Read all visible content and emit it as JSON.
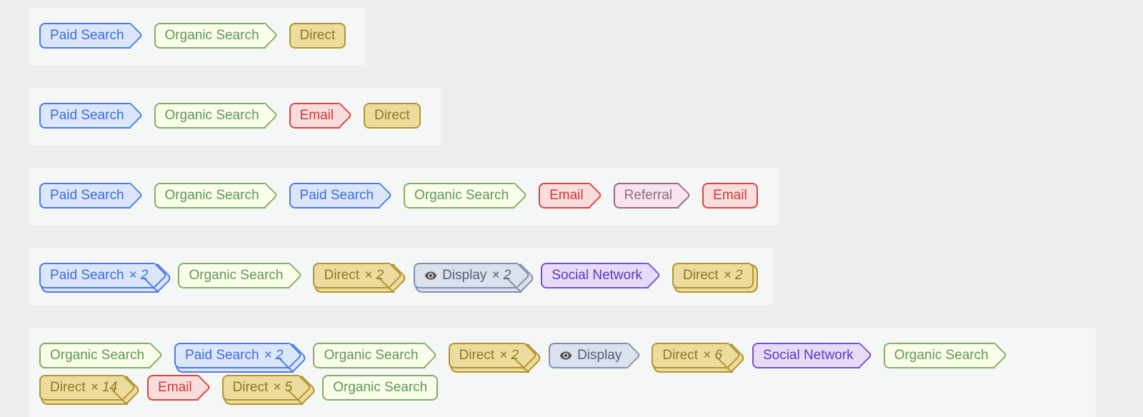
{
  "page": {
    "background": "#ebedee",
    "row_background": "#f5f6f6",
    "count_prefix": "×"
  },
  "channel_styles": {
    "paid_search": {
      "label": "Paid Search",
      "border": "#4b7ae8",
      "fill": "#dbe6fb",
      "text": "#3d6be2"
    },
    "organic_search": {
      "label": "Organic Search",
      "border": "#85ac64",
      "fill": "#f9fdea",
      "text": "#619853"
    },
    "direct": {
      "label": "Direct",
      "border": "#b29430",
      "fill": "#ecdc9e",
      "text": "#8f7820"
    },
    "email": {
      "label": "Email",
      "border": "#da4343",
      "fill": "#f9dddd",
      "text": "#d23737"
    },
    "referral": {
      "label": "Referral",
      "border": "#996a84",
      "fill": "#f8e3ef",
      "text": "#8c6c80"
    },
    "display": {
      "label": "Display",
      "border": "#7f90ae",
      "fill": "#dbe1ed",
      "text": "#525f76",
      "icon": "eye-icon",
      "icon_color": "#565549"
    },
    "social_network": {
      "label": "Social Network",
      "border": "#7a4fd0",
      "fill": "#e6dcf8",
      "text": "#5f35c4"
    }
  },
  "conversion_paths": [
    {
      "steps": [
        {
          "channel": "paid_search"
        },
        {
          "channel": "organic_search"
        },
        {
          "channel": "direct"
        }
      ]
    },
    {
      "steps": [
        {
          "channel": "paid_search"
        },
        {
          "channel": "organic_search"
        },
        {
          "channel": "email"
        },
        {
          "channel": "direct"
        }
      ]
    },
    {
      "steps": [
        {
          "channel": "paid_search"
        },
        {
          "channel": "organic_search"
        },
        {
          "channel": "paid_search"
        },
        {
          "channel": "organic_search"
        },
        {
          "channel": "email"
        },
        {
          "channel": "referral"
        },
        {
          "channel": "email"
        }
      ]
    },
    {
      "steps": [
        {
          "channel": "paid_search",
          "count": 2
        },
        {
          "channel": "organic_search"
        },
        {
          "channel": "direct",
          "count": 2
        },
        {
          "channel": "display",
          "count": 2
        },
        {
          "channel": "social_network"
        },
        {
          "channel": "direct",
          "count": 2
        }
      ]
    },
    {
      "steps": [
        {
          "channel": "organic_search"
        },
        {
          "channel": "paid_search",
          "count": 2
        },
        {
          "channel": "organic_search"
        },
        {
          "channel": "direct",
          "count": 2
        },
        {
          "channel": "display"
        },
        {
          "channel": "direct",
          "count": 6
        },
        {
          "channel": "social_network"
        },
        {
          "channel": "organic_search"
        },
        {
          "channel": "direct",
          "count": 14
        },
        {
          "channel": "email"
        },
        {
          "channel": "direct",
          "count": 5
        },
        {
          "channel": "organic_search"
        }
      ]
    }
  ]
}
